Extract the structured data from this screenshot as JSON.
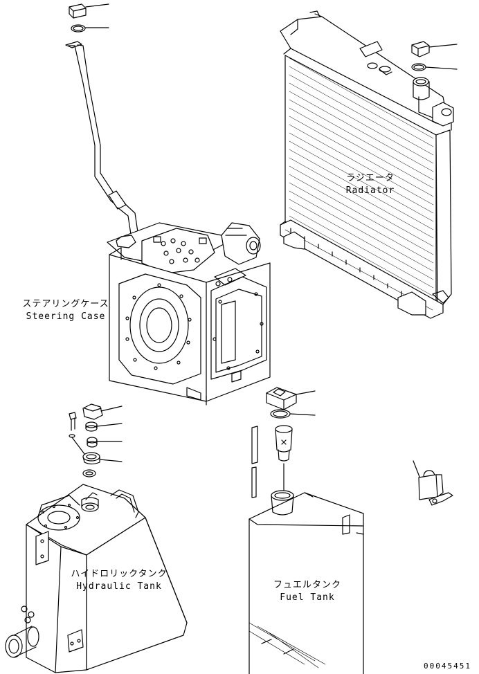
{
  "labels": {
    "steering_case_ja": "ステアリングケース",
    "steering_case_en": "Steering Case",
    "radiator_ja": "ラジエータ",
    "radiator_en": "Radiator",
    "hydraulic_tank_ja": "ハイドロリックタンク",
    "hydraulic_tank_en": "Hydraulic Tank",
    "fuel_tank_ja": "フュエルタンク",
    "fuel_tank_en": "Fuel Tank"
  },
  "drawing_code": "00045451"
}
